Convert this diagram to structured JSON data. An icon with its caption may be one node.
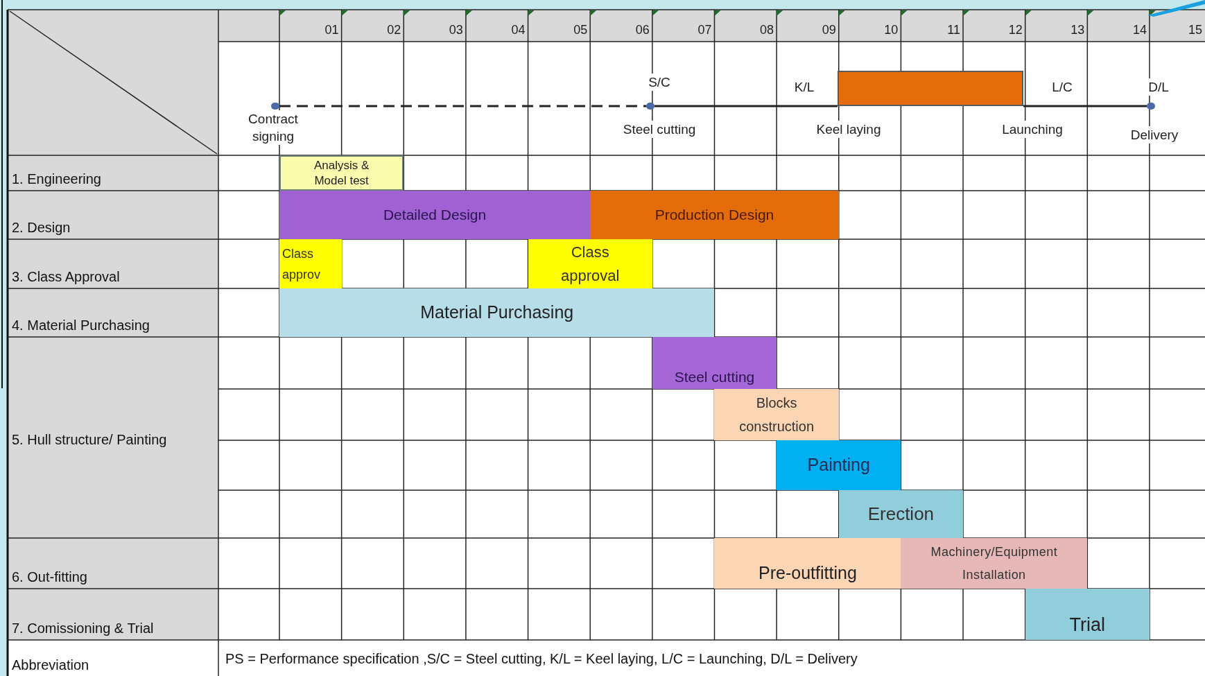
{
  "diagram": {
    "nodes": [
      {
        "text": [],
        "shape": "circle",
        "beside": [
          "Contract signing"
        ]
      },
      {
        "text": [],
        "shape": "circle",
        "beside": [
          "S/C",
          "Steel cutting"
        ]
      },
      {
        "text": [],
        "shape": "bar",
        "beside": [
          "K/L",
          "Keel laying",
          "L/C",
          "Launching"
        ]
      },
      {
        "text": [],
        "shape": "circle",
        "beside": [
          "D/L",
          "Delivery"
        ]
      },
      {
        "text": [
          "Analysis & Model test"
        ]
      },
      {
        "text": [
          "Detailed Design"
        ]
      },
      {
        "text": [
          "Production Design"
        ]
      },
      {
        "text": [
          "Class approv"
        ]
      },
      {
        "text": [
          "Class approval"
        ]
      },
      {
        "text": [
          "Material Purchasing"
        ]
      },
      {
        "text": [
          "Steel cutting"
        ]
      },
      {
        "text": [
          "Blocks construction"
        ]
      },
      {
        "text": [
          "Painting"
        ]
      },
      {
        "text": [
          "Erection"
        ]
      },
      {
        "text": [
          "Pre-outfitting"
        ]
      },
      {
        "text": [
          "Machinery/Equipment Installation"
        ]
      },
      {
        "text": [
          "Trial"
        ]
      }
    ],
    "edges": [
      {
        "from": 0,
        "to": 1,
        "arrow": "none",
        "style": "dashed"
      },
      {
        "from": 1,
        "to": 2,
        "arrow": "none"
      },
      {
        "from": 2,
        "to": 3,
        "arrow": "none"
      }
    ],
    "labels": [
      "01",
      "02",
      "03",
      "04",
      "05",
      "06",
      "07",
      "08",
      "09",
      "10",
      "11",
      "12",
      "13",
      "14",
      "15",
      "1. Engineering",
      "2. Design",
      "3. Class Approval",
      "4. Material Purchasing",
      "5. Hull structure/ Painting",
      "6. Out-fitting",
      "7. Comissioning & Trial",
      "Abbreviation",
      "PS = Performance specification ,S/C = Steel cutting, K/L = Keel laying, L/C = Launching, D/L = Delivery"
    ]
  }
}
